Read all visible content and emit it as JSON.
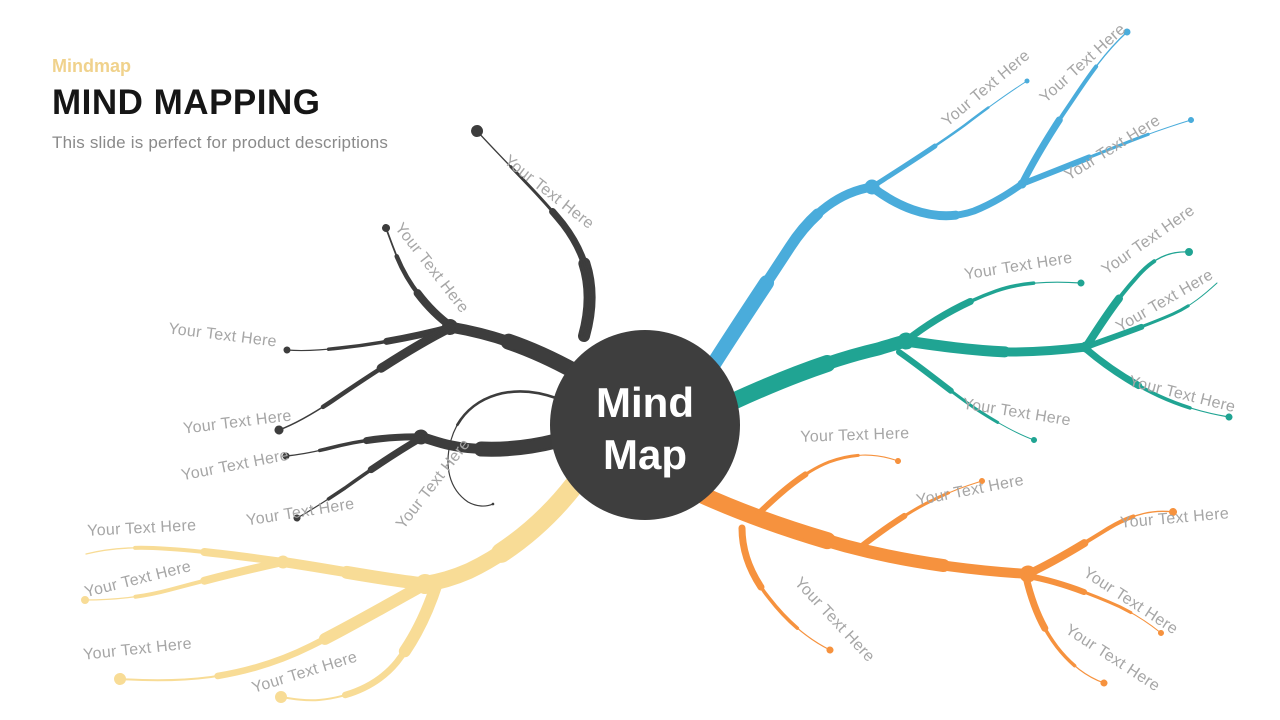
{
  "header": {
    "kicker": "Mindmap",
    "title": "MIND MAPPING",
    "subtitle": "This slide is perfect for product descriptions"
  },
  "center": {
    "line1": "Mind",
    "line2": "Map",
    "bg": "#3E3E3E",
    "text_color": "#FFFFFF"
  },
  "colors": {
    "background": "#FFFFFF",
    "kicker": "#F0D28C",
    "title": "#161616",
    "subtitle": "#8A8A8A",
    "label": "#A6A6A6"
  },
  "branches": {
    "dark": {
      "color": "#3D3D3D",
      "labels": [
        "Your Text Here",
        "Your Text Here",
        "Your Text Here",
        "Your Text Here",
        "Your Text Here",
        "Your Text Here",
        "Your Text Here"
      ]
    },
    "blue": {
      "color": "#4AACDB",
      "labels": [
        "Your Text Here",
        "Your Text Here",
        "Your Text Here"
      ]
    },
    "teal": {
      "color": "#20A493",
      "labels": [
        "Your Text Here",
        "Your Text Here",
        "Your Text Here",
        "Your Text Here",
        "Your Text Here"
      ]
    },
    "orange": {
      "color": "#F6923E",
      "labels": [
        "Your Text Here",
        "Your Text Here",
        "Your Text Here",
        "Your Text Here",
        "Your Text Here",
        "Your Text Here"
      ]
    },
    "yellow": {
      "color": "#F8DC96",
      "labels": [
        "Your Text Here",
        "Your Text Here",
        "Your Text Here",
        "Your Text Here"
      ]
    }
  }
}
